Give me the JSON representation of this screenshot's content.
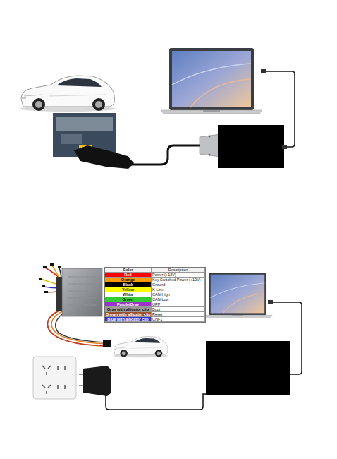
{
  "diagram": {
    "labels": [
      "Color",
      "Description",
      "Power (+12V)",
      "Key Switched Power (+12V)",
      "Ground",
      "K-Line",
      "CAN-High",
      "CAN-Low",
      "UPP",
      "Boot",
      "Reset",
      "CNF1"
    ],
    "legend": [
      {
        "text": "Red",
        "color": "#ff0000"
      },
      {
        "text": "Orange",
        "color": "#ff9900"
      },
      {
        "text": "Black",
        "color": "#000000"
      },
      {
        "text": "Yellow",
        "color": "#ffff00"
      },
      {
        "text": "White",
        "color": "#ffffff"
      },
      {
        "text": "Green",
        "color": "#33cc33"
      },
      {
        "text": "Purple/Gray",
        "color": "#9933cc"
      },
      {
        "text": "Gray with alligator clip",
        "color": "#999999"
      },
      {
        "text": "Brown with alligator clip",
        "color": "#a0522d"
      },
      {
        "text": "Blue with alligator clip",
        "color": "#3333cc"
      }
    ]
  }
}
